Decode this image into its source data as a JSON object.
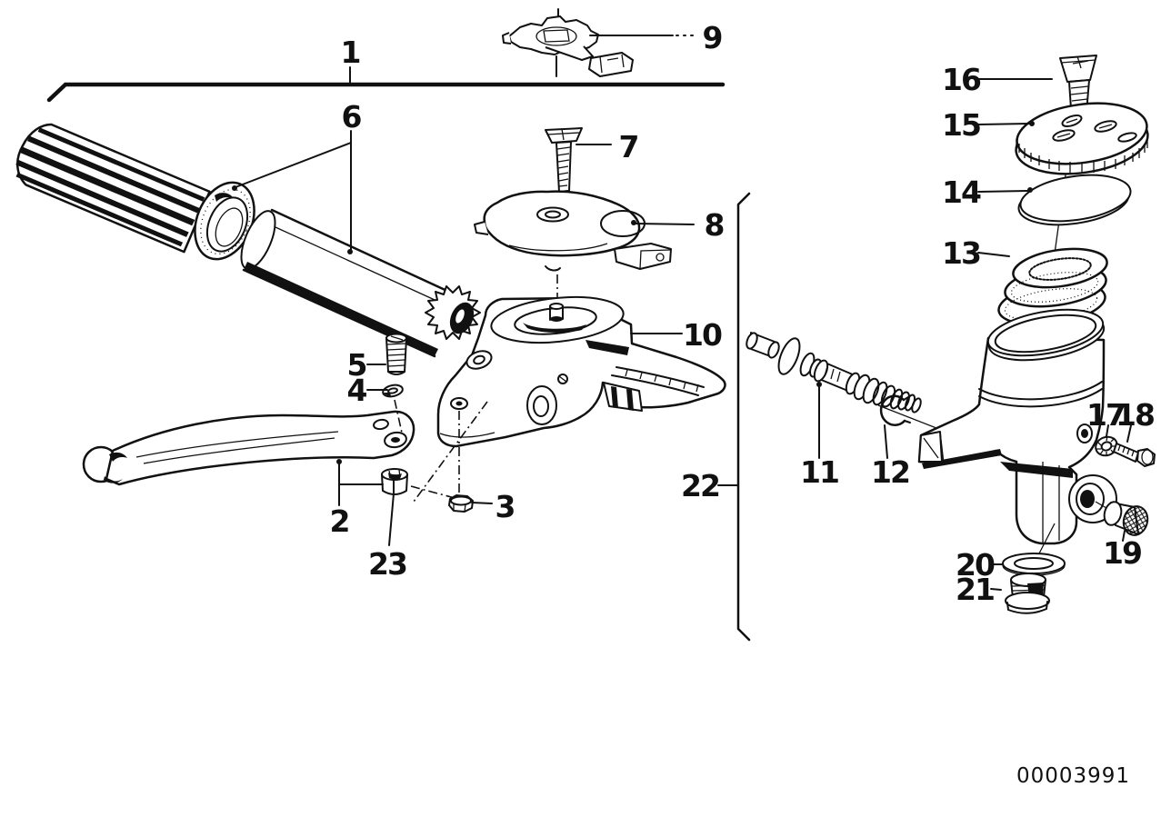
{
  "drawing_number": "00003991",
  "part_labels": [
    {
      "text": "1"
    },
    {
      "text": "2"
    },
    {
      "text": "3"
    },
    {
      "text": "4"
    },
    {
      "text": "5"
    },
    {
      "text": "6"
    },
    {
      "text": "7"
    },
    {
      "text": "8"
    },
    {
      "text": "9"
    },
    {
      "text": "10"
    },
    {
      "text": "11"
    },
    {
      "text": "12"
    },
    {
      "text": "13"
    },
    {
      "text": "14"
    },
    {
      "text": "15"
    },
    {
      "text": "16"
    },
    {
      "text": "17"
    },
    {
      "text": "18"
    },
    {
      "text": "19"
    },
    {
      "text": "20"
    },
    {
      "text": "21"
    },
    {
      "text": "22"
    },
    {
      "text": "23"
    }
  ]
}
